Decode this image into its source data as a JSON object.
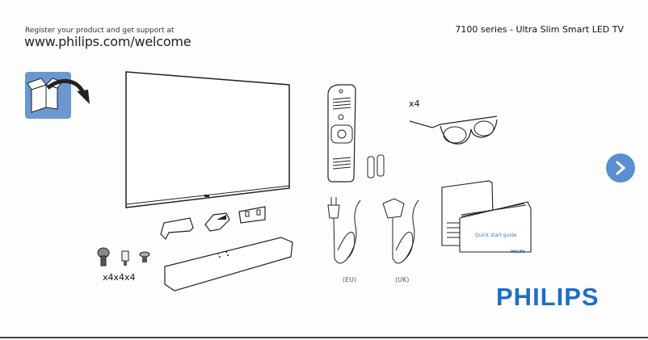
{
  "header": {
    "register_text": "Register your product and get support at",
    "register_url": "www.philips.com/welcome",
    "series_title": "7100 series - Ultra Slim Smart LED TV"
  },
  "contents": {
    "unbox_icon": "open-box-arrow-icon",
    "tv": "tv-panel-illustration",
    "screws_qty": "x4x4x4",
    "remote": "remote-control-illustration",
    "batteries": "aaa-batteries-illustration",
    "glasses_qty": "x4",
    "glasses": "3d-glasses-illustration",
    "power_cord_eu_label": "(EU)",
    "power_cord_uk_label": "(UK)",
    "quick_start_guide_label": "Quick start guide",
    "quick_start_guide_brand": "PHILIPS"
  },
  "navigation": {
    "next_icon": "chevron-right-icon"
  },
  "brand": {
    "logo_text": "PHILIPS",
    "color": "#1f6ec4"
  },
  "colors": {
    "accent_blue": "#6b98cf",
    "next_button": "#5a8fd0"
  }
}
